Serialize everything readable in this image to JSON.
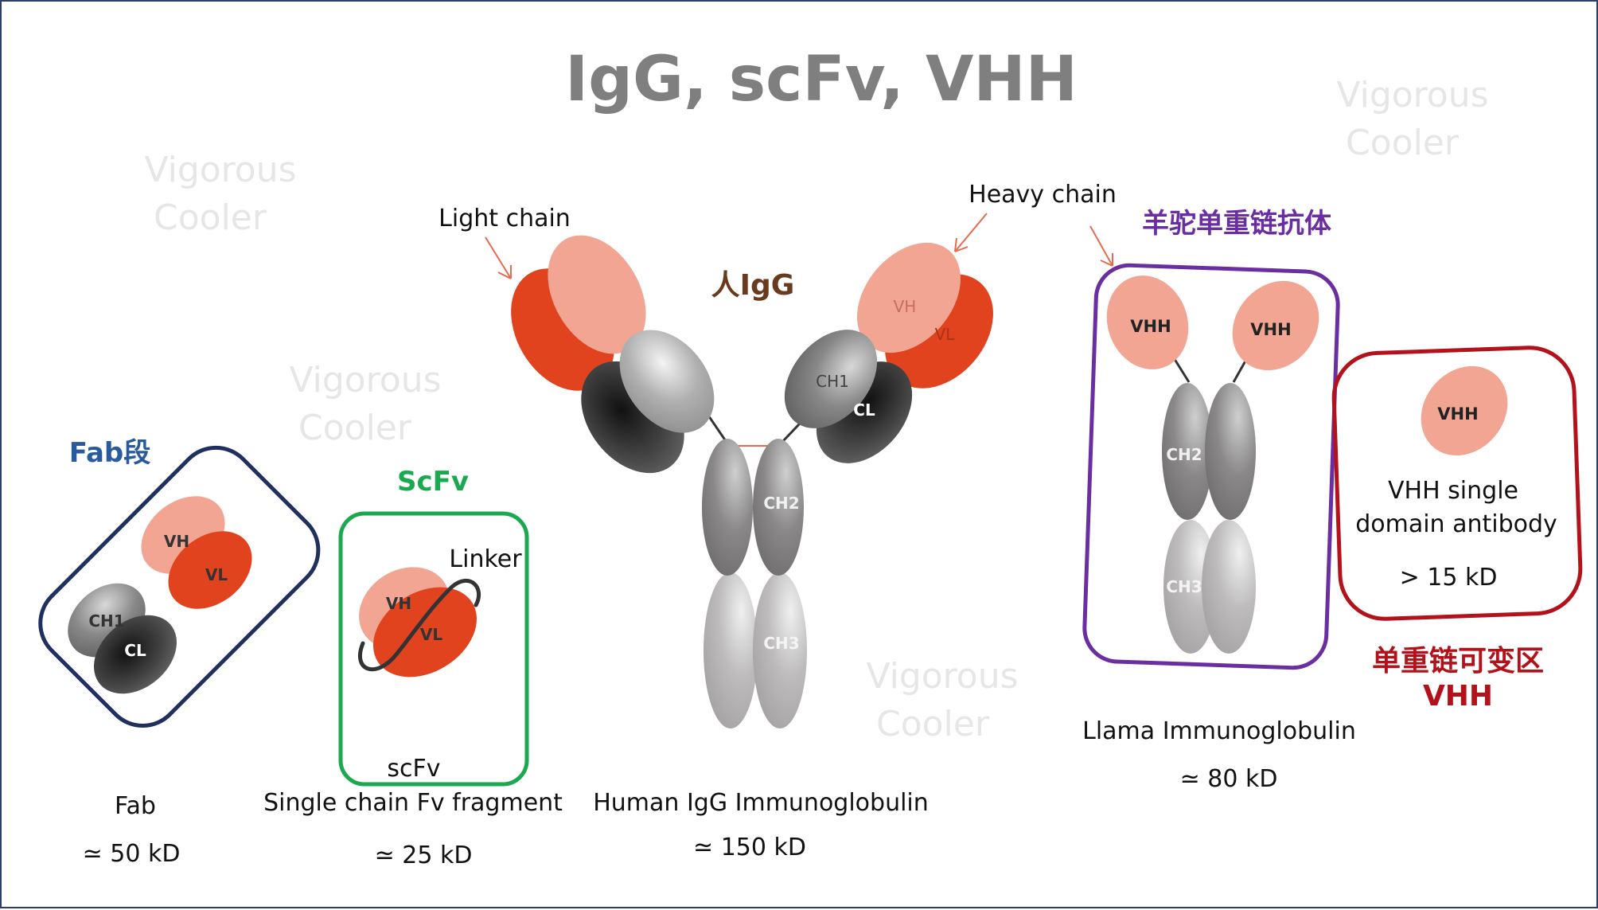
{
  "title": "IgG, scFv, VHH",
  "watermark": "Vigorous Cooler",
  "colors": {
    "title": "#7f7f7f",
    "salmon": "#f2a593",
    "red": "#e2431f",
    "fab_box": "#1f2f5e",
    "scfv_box": "#1aa94f",
    "llama_box": "#6a2ea0",
    "vhh_box": "#b3121b",
    "fab_label": "#2a5a9e",
    "igg_label": "#6a3a1e"
  },
  "fab": {
    "label_cn": "Fab段",
    "domains": {
      "vh": "VH",
      "vl": "VL",
      "ch1": "CH1",
      "cl": "CL"
    },
    "name": "Fab",
    "size": "≃ 50 kD"
  },
  "scfv": {
    "label": "ScFv",
    "linker": "Linker",
    "domains": {
      "vh": "VH",
      "vl": "VL"
    },
    "inner_label": "scFv",
    "name": "Single chain Fv fragment",
    "size": "≃ 25 kD"
  },
  "igg": {
    "label_cn": "人IgG",
    "light_chain": "Light chain",
    "heavy_chain": "Heavy chain",
    "domains": {
      "vh": "VH",
      "vl": "VL",
      "ch1": "CH1",
      "cl": "CL",
      "ch2": "CH2",
      "ch3": "CH3"
    },
    "name": "Human IgG Immunoglobulin",
    "size": "≃ 150 kD"
  },
  "llama": {
    "label_cn": "羊驼单重链抗体",
    "domains": {
      "vhh_left": "VHH",
      "vhh_right": "VHH",
      "ch2": "CH2",
      "ch3": "CH3"
    },
    "name": "Llama Immunoglobulin",
    "size": "≃ 80 kD"
  },
  "vhh": {
    "domain": "VHH",
    "name_line1": "VHH single",
    "name_line2": "domain antibody",
    "size": "> 15 kD",
    "label_cn_line1": "单重链可变区",
    "label_cn_line2": "VHH"
  }
}
